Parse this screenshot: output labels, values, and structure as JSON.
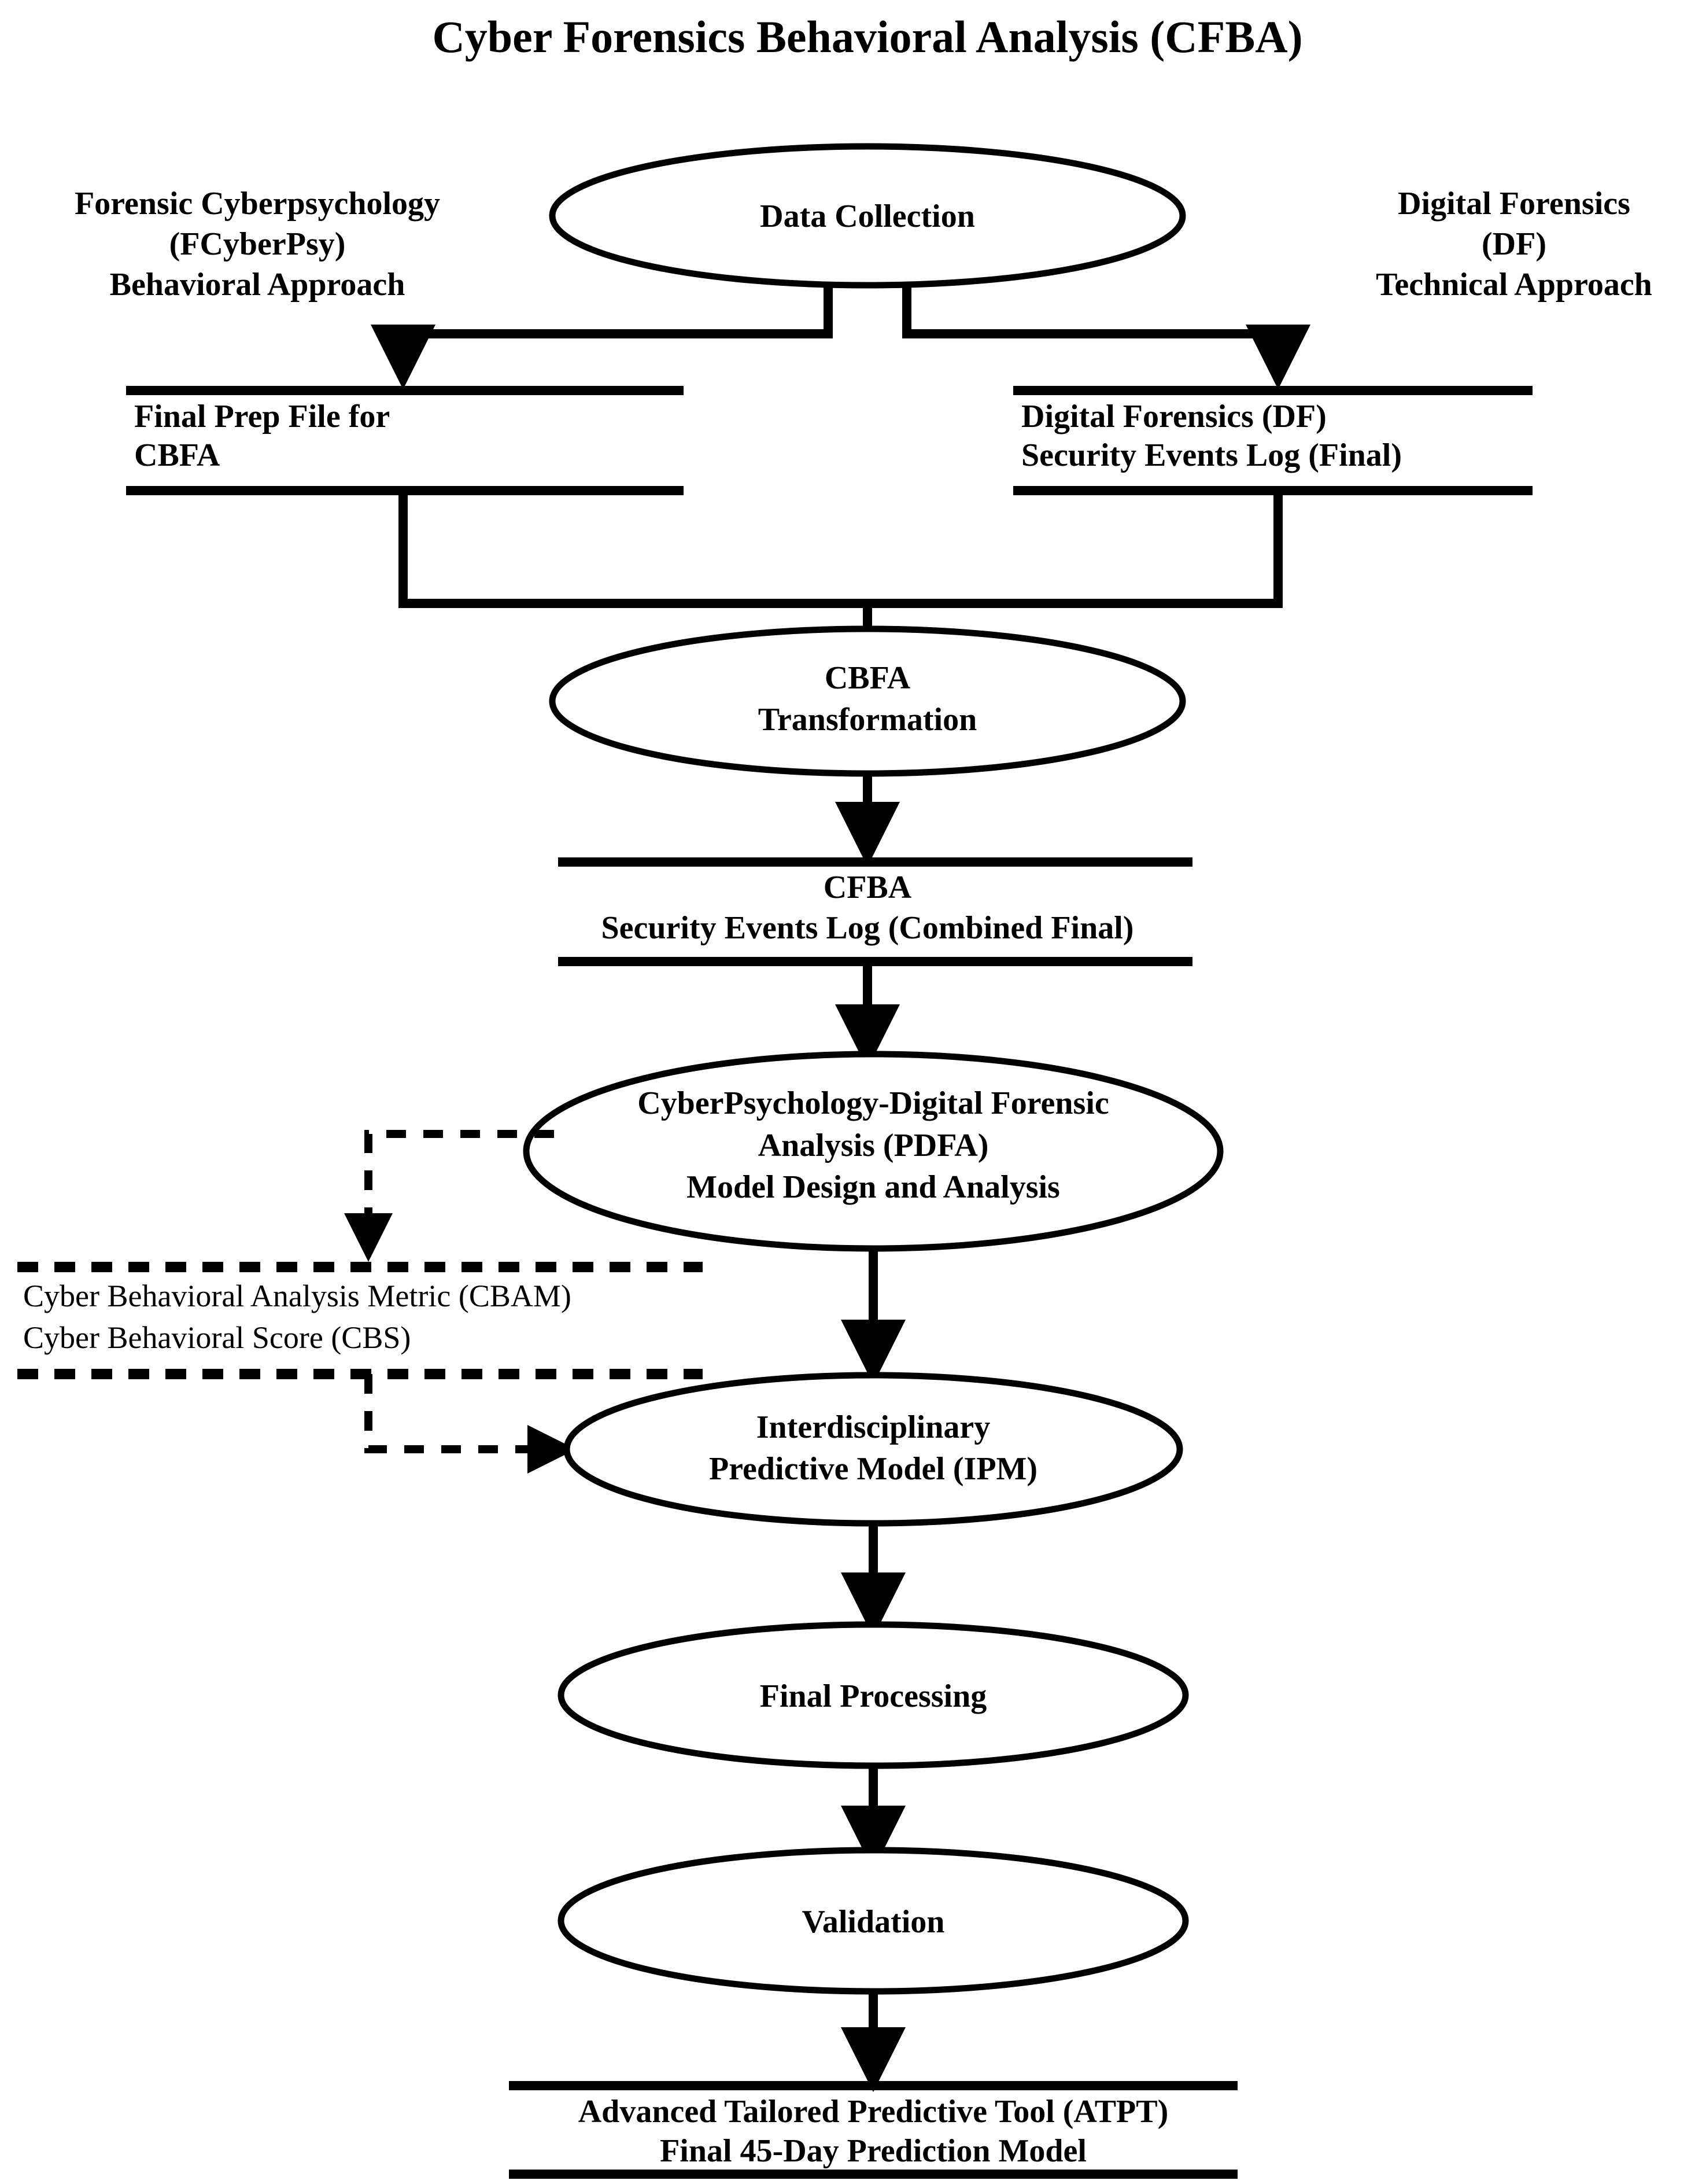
{
  "title": "Cyber Forensics Behavioral Analysis (CFBA)",
  "side_labels": {
    "left": {
      "line1": "Forensic Cyberpsychology",
      "line2": "(FCyberPsy)",
      "line3": "Behavioral Approach"
    },
    "right": {
      "line1": "Digital Forensics",
      "line2": "(DF)",
      "line3": "Technical Approach"
    }
  },
  "nodes": {
    "data_collection": {
      "label": "Data Collection"
    },
    "final_prep_file": {
      "line1": "Final Prep File for",
      "line2": "CBFA"
    },
    "df_security_log": {
      "line1": "Digital Forensics (DF)",
      "line2": "Security Events Log (Final)"
    },
    "cbfa_transformation": {
      "line1": "CBFA",
      "line2": "Transformation"
    },
    "cfba_combined_log": {
      "line1": "CFBA",
      "line2": "Security Events Log (Combined Final)"
    },
    "pdfa_model": {
      "line1": "CyberPsychology-Digital Forensic",
      "line2": "Analysis (PDFA)",
      "line3": "Model Design and Analysis"
    },
    "cbam_cbs": {
      "line1": "Cyber Behavioral Analysis Metric (CBAM)",
      "line2": "Cyber Behavioral Score (CBS)"
    },
    "ipm_model": {
      "line1": "Interdisciplinary",
      "line2": "Predictive Model (IPM)"
    },
    "final_processing": {
      "label": "Final Processing"
    },
    "validation": {
      "label": "Validation"
    },
    "atpt": {
      "line1": "Advanced Tailored Predictive Tool (ATPT)",
      "line2": "Final 45-Day Prediction Model"
    }
  },
  "colors": {
    "stroke": "#000000",
    "fill": "#ffffff",
    "text": "#000000"
  }
}
